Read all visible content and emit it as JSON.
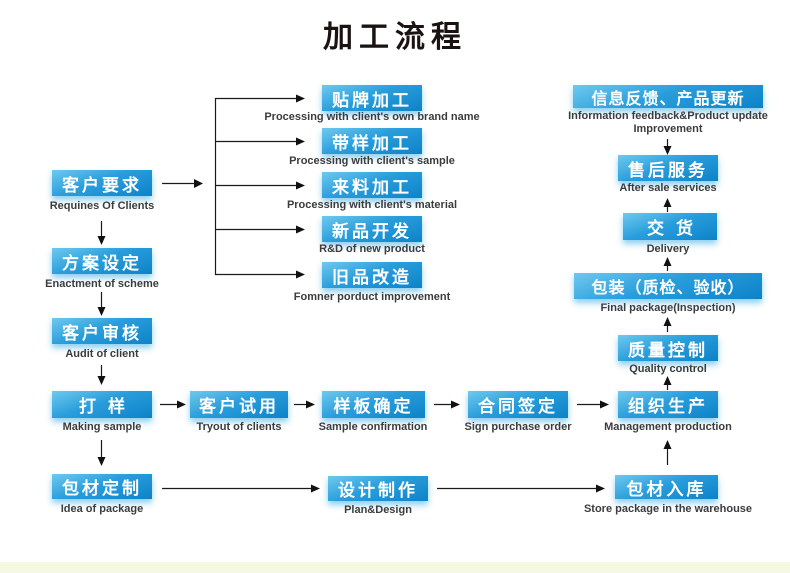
{
  "title": "加工流程",
  "nodes": {
    "client_request": {
      "zh": "客户要求",
      "en": "Requines Of Clients"
    },
    "scheme": {
      "zh": "方案设定",
      "en": "Enactment of scheme"
    },
    "audit": {
      "zh": "客户审核",
      "en": "Audit of client"
    },
    "sample": {
      "zh": "打样",
      "en": "Making sample"
    },
    "package_custom": {
      "zh": "包材定制",
      "en": "Idea of package"
    },
    "oem": {
      "zh": "贴牌加工",
      "en": "Processing with client's own brand name"
    },
    "with_sample": {
      "zh": "带样加工",
      "en": "Processing with client's sample"
    },
    "with_material": {
      "zh": "来料加工",
      "en": "Processing with client's material"
    },
    "new_product": {
      "zh": "新品开发",
      "en": "R&D of new product"
    },
    "old_product": {
      "zh": "旧品改造",
      "en": "Fomner porduct improvement"
    },
    "tryout": {
      "zh": "客户试用",
      "en": "Tryout of clients"
    },
    "sample_confirm": {
      "zh": "样板确定",
      "en": "Sample confirmation"
    },
    "contract": {
      "zh": "合同签定",
      "en": "Sign purchase order"
    },
    "production": {
      "zh": "组织生产",
      "en": "Management production"
    },
    "design": {
      "zh": "设计制作",
      "en": "Plan&Design"
    },
    "warehouse": {
      "zh": "包材入库",
      "en": "Store package in the warehouse"
    },
    "feedback": {
      "zh": "信息反馈、产品更新",
      "en": "Information feedback&Product update Improvement"
    },
    "after_sale": {
      "zh": "售后服务",
      "en": "After sale services"
    },
    "delivery": {
      "zh": "交货",
      "en": "Delivery"
    },
    "final_package": {
      "zh": "包装（质检、验收）",
      "en": "Final package(Inspection)"
    },
    "quality": {
      "zh": "质量控制",
      "en": "Quality control"
    }
  },
  "colors": {
    "box_gradient_top": "#6fc9ee",
    "box_gradient_mid": "#2a9edc",
    "box_gradient_bottom": "#0d82c8",
    "box_text": "#ffffff",
    "label_text": "#3c3c3c",
    "arrow": "#1a1a1a",
    "footer_strip": "#f5f9e2"
  }
}
